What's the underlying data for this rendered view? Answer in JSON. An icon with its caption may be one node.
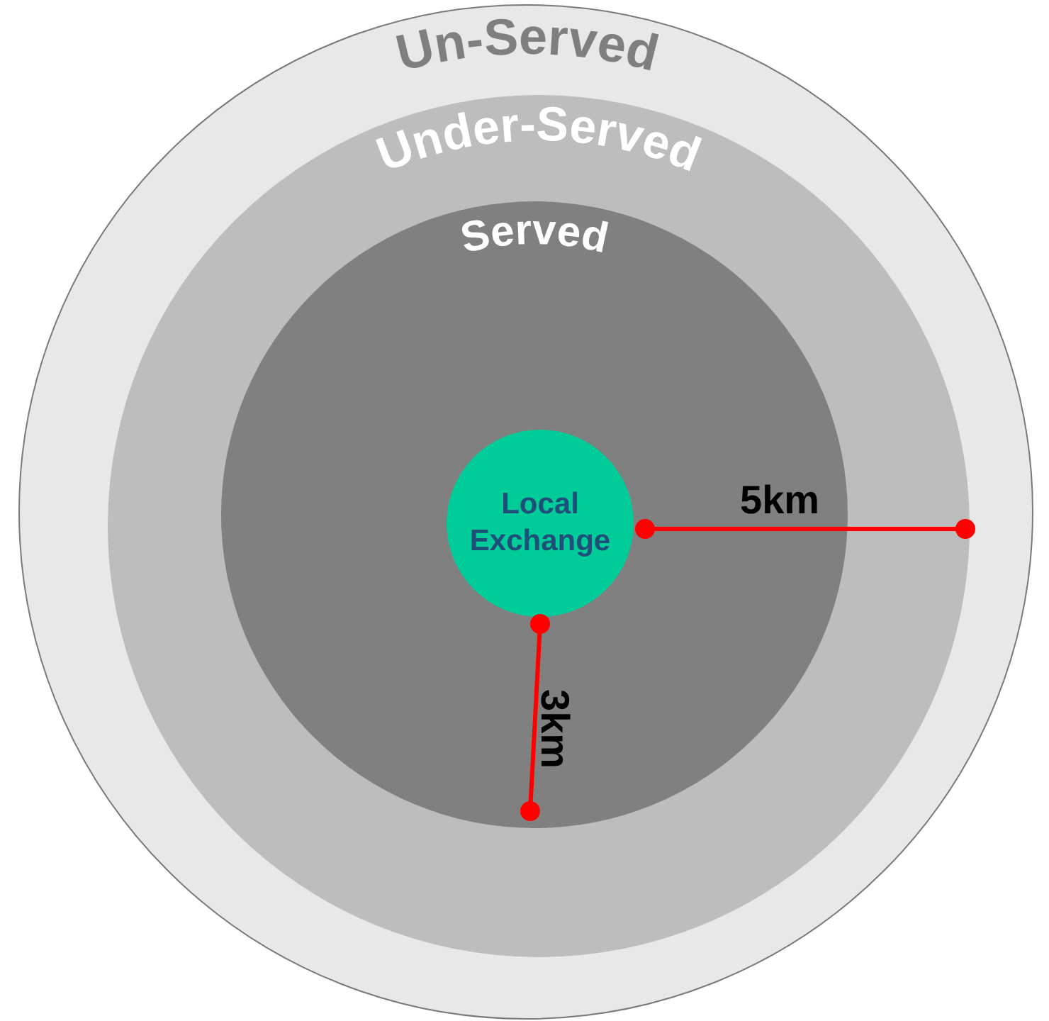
{
  "diagram": {
    "nodes": [
      {
        "text": [
          "Un-Served"
        ]
      },
      {
        "text": [
          "Under-Served"
        ],
        "in": 0
      },
      {
        "text": [
          "Served"
        ],
        "in": 1
      },
      {
        "text": [
          "Local Exchange"
        ],
        "in": 2
      }
    ],
    "labels": [
      "5km",
      "3km"
    ]
  }
}
